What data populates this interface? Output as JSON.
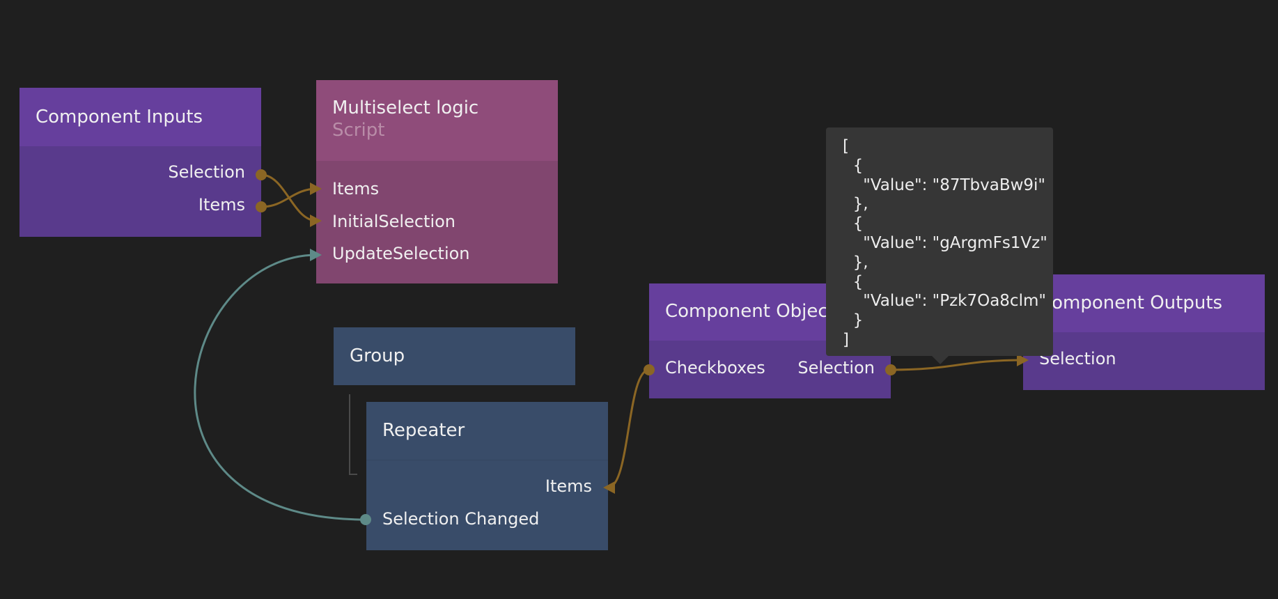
{
  "colors": {
    "background": "#1f1f1f",
    "component_node": "#593a8c",
    "script_node": "#81466f",
    "visual_node": "#394c69",
    "data_wire": "#8b6624",
    "signal_wire": "#5e8a88"
  },
  "nodes": {
    "component_inputs": {
      "title": "Component Inputs",
      "ports": {
        "selection": "Selection",
        "items": "Items"
      }
    },
    "multiselect": {
      "title": "Multiselect logic",
      "subtitle": "Script",
      "ports": {
        "items": "Items",
        "initial_selection": "InitialSelection",
        "update_selection": "UpdateSelection"
      }
    },
    "group": {
      "title": "Group"
    },
    "repeater": {
      "title": "Repeater",
      "ports": {
        "items": "Items",
        "selection_changed": "Selection Changed"
      }
    },
    "component_object": {
      "title": "Component Object",
      "ports": {
        "checkboxes": "Checkboxes",
        "selection": "Selection"
      }
    },
    "component_outputs": {
      "title": "Component Outputs",
      "ports": {
        "selection": "Selection"
      }
    }
  },
  "tooltip": {
    "content": "[\n  {\n    \"Value\": \"87TbvaBw9i\"\n  },\n  {\n    \"Value\": \"gArgmFs1Vz\"\n  },\n  {\n    \"Value\": \"Pzk7Oa8clm\"\n  }\n]"
  }
}
